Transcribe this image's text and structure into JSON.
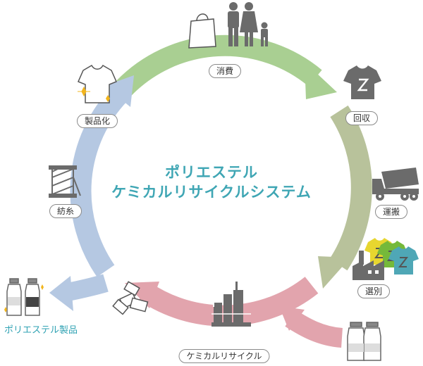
{
  "title": {
    "line1": "ポリエステル",
    "line2": "ケミカルリサイクルシステム"
  },
  "stages": {
    "consumption": "消費",
    "collection": "回収",
    "transport": "運搬",
    "sorting": "選別",
    "chemical_recycling": "ケミカルリサイクル",
    "spinning": "紡糸",
    "productization": "製品化"
  },
  "output_label": "ポリエステル製品",
  "colors": {
    "green": "#a9cf92",
    "olive": "#b8c29b",
    "pink": "#e2a4ad",
    "blue": "#b5c8e2",
    "title": "#3fa6b4",
    "icon_gray": "#6b6b6b",
    "shirt_yellow": "#e7d62f",
    "shirt_green": "#75b93a",
    "shirt_teal": "#4fa7b6",
    "sparkle": "#f2b51c"
  },
  "icons": [
    "shopping-bag-icon",
    "family-icon",
    "gray-tshirt-icon",
    "dump-truck-icon",
    "colored-tshirts-icon",
    "factory-icon",
    "plant-icon",
    "flakes-icon",
    "bottles-icon",
    "yarn-spool-icon",
    "white-tshirt-icon"
  ]
}
